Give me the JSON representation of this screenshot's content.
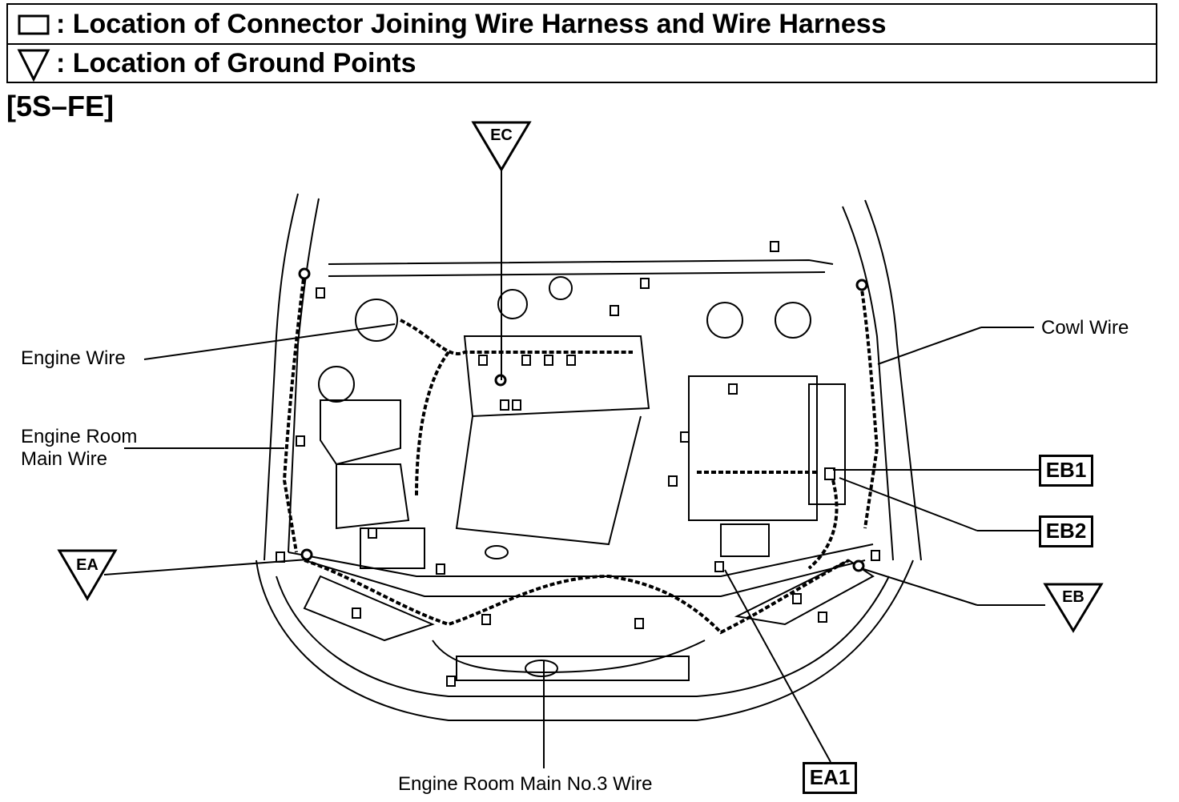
{
  "legend": {
    "connector_text": ": Location of Connector Joining Wire Harness and Wire Harness",
    "ground_text": ": Location of Ground Points",
    "connector_icon": "rectangle-icon",
    "ground_icon": "down-triangle-icon"
  },
  "engine_code": "[5S–FE]",
  "labels": {
    "engine_wire": "Engine Wire",
    "engine_room_main_wire": "Engine Room\nMain Wire",
    "cowl_wire": "Cowl Wire",
    "engine_room_main_no3_wire": "Engine Room Main No.3 Wire"
  },
  "connectors": {
    "eb1": "EB1",
    "eb2": "EB2",
    "ea1": "EA1"
  },
  "grounds": {
    "ec": "EC",
    "ea": "EA",
    "eb": "EB"
  }
}
